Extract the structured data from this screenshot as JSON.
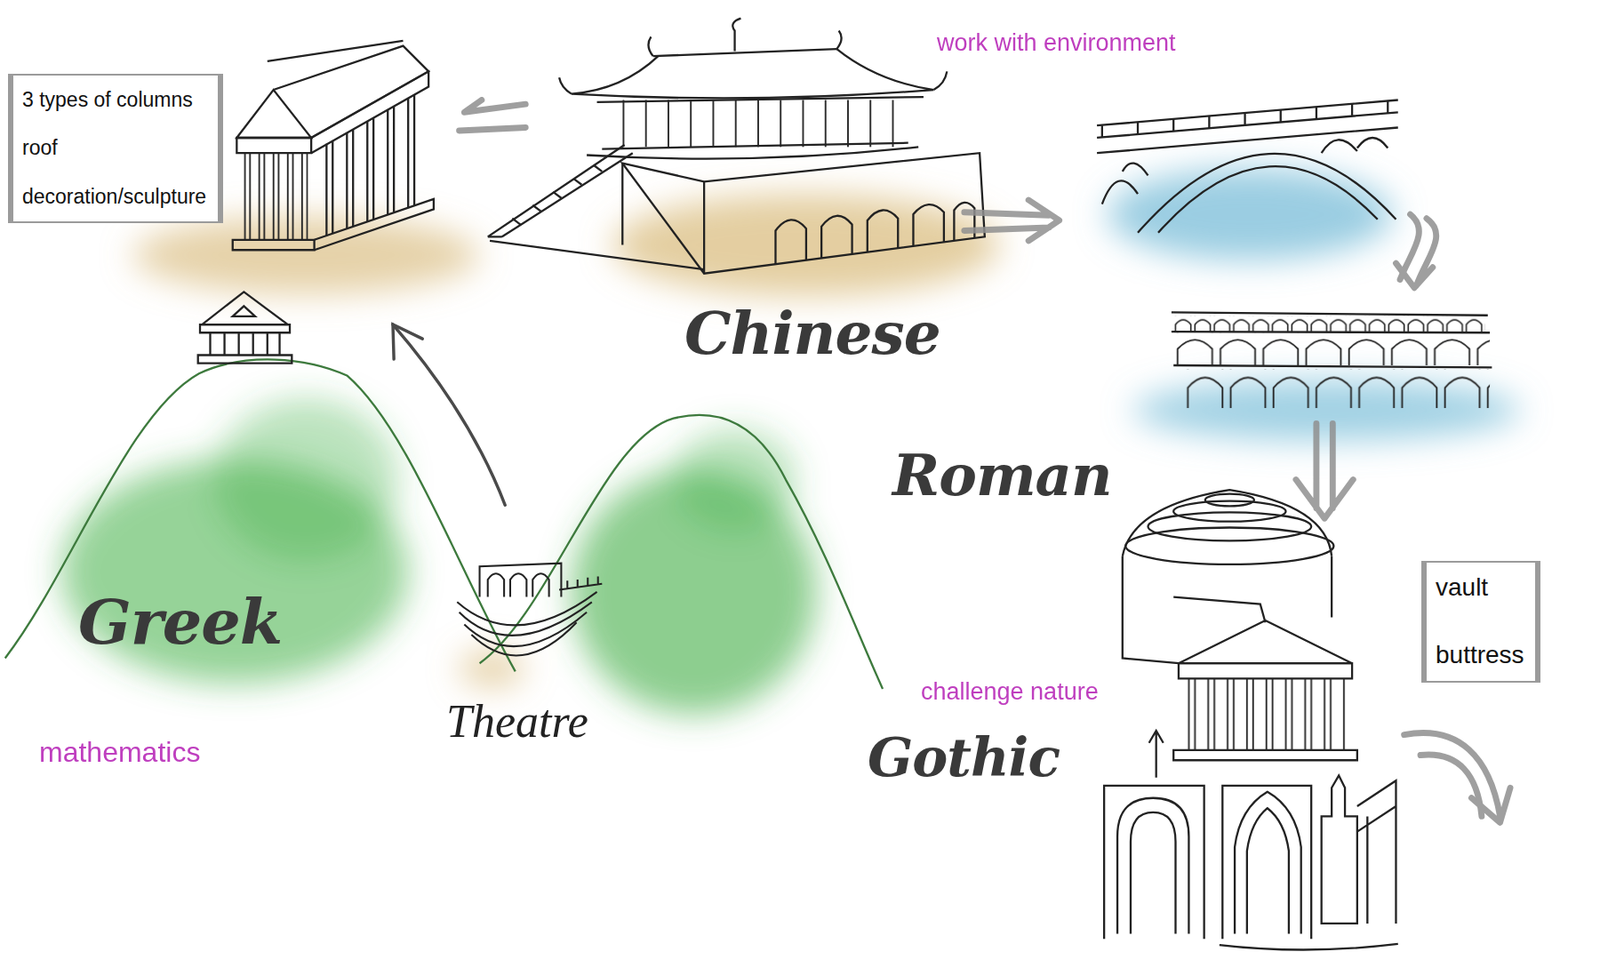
{
  "diagram": {
    "nodes": [
      {
        "text": [
          "3 types of columns",
          "roof",
          "decoration/sculpture"
        ]
      },
      {
        "text": [
          "vault",
          "buttress"
        ]
      }
    ],
    "labels": [
      "work with environment",
      "Chinese",
      "Roman",
      "Greek",
      "Theatre",
      "mathematics",
      "challenge nature",
      "Gothic"
    ]
  }
}
